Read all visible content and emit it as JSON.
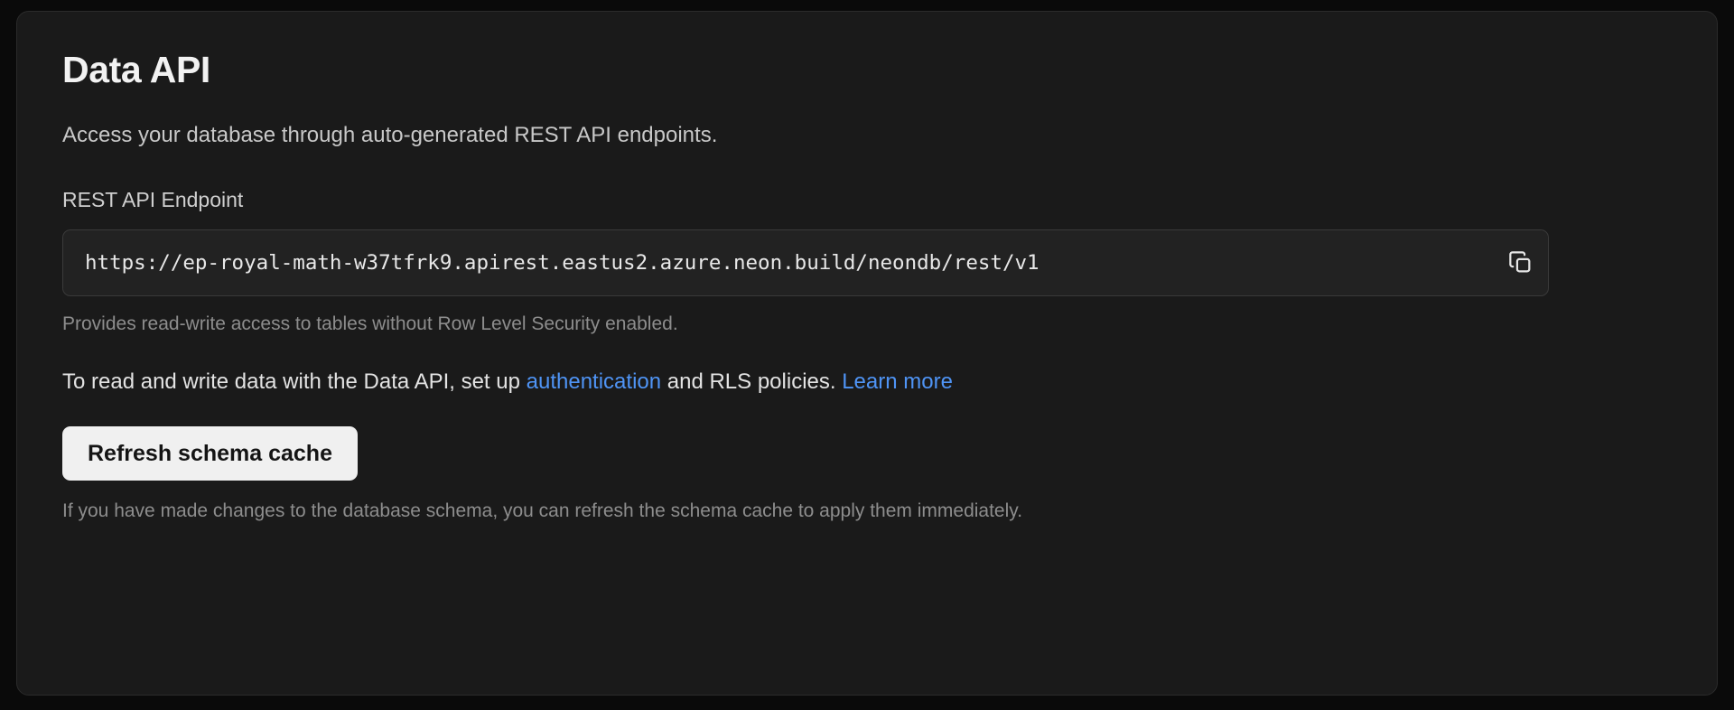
{
  "card": {
    "title": "Data API",
    "description": "Access your database through auto-generated REST API endpoints.",
    "endpoint_field": {
      "label": "REST API Endpoint",
      "value": "https://ep-royal-math-w37tfrk9.apirest.eastus2.azure.neon.build/neondb/rest/v1",
      "copy_icon": "copy-icon",
      "hint": "Provides read-write access to tables without Row Level Security enabled."
    },
    "info_paragraph": {
      "before_link": "To read and write data with the Data API, set up ",
      "link_auth": "authentication",
      "middle": " and RLS policies. ",
      "link_learn_more": "Learn more"
    },
    "refresh_button": {
      "label": "Refresh schema cache"
    },
    "footnote": "If you have made changes to the database schema, you can refresh the schema cache to apply them immediately."
  },
  "colors": {
    "page_background": "#0a0a0a",
    "card_background": "#1a1a1a",
    "card_border": "#2b2b2b",
    "input_background": "#222222",
    "input_border": "#3a3a3a",
    "link": "#4f94f5",
    "button_background": "#f0f0f0",
    "button_text": "#141414",
    "muted_text": "#8d8d8d",
    "primary_text": "#f2f2f2"
  }
}
